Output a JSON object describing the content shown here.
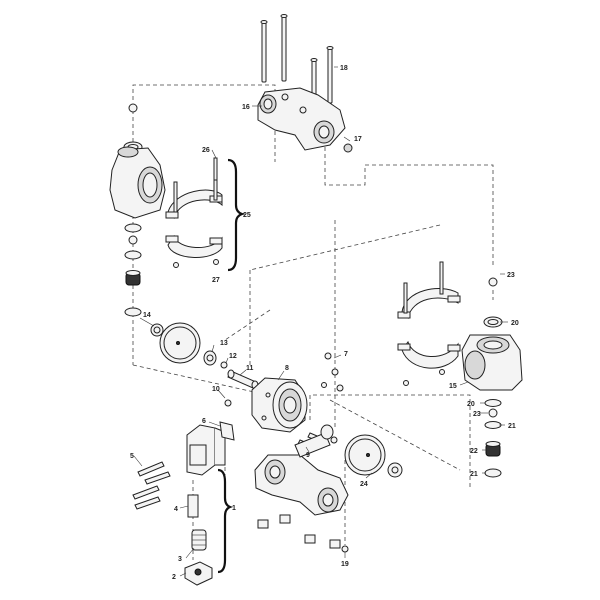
{
  "callouts": [
    {
      "id": "c1",
      "text": "1"
    },
    {
      "id": "c2",
      "text": "2"
    },
    {
      "id": "c3",
      "text": "3"
    },
    {
      "id": "c4",
      "text": "4"
    },
    {
      "id": "c5",
      "text": "5"
    },
    {
      "id": "c6",
      "text": "6"
    },
    {
      "id": "c7",
      "text": "7"
    },
    {
      "id": "c8",
      "text": "8"
    },
    {
      "id": "c9",
      "text": "9"
    },
    {
      "id": "c10",
      "text": "10"
    },
    {
      "id": "c11",
      "text": "11"
    },
    {
      "id": "c12",
      "text": "12"
    },
    {
      "id": "c13",
      "text": "13"
    },
    {
      "id": "c14",
      "text": "14"
    },
    {
      "id": "c15",
      "text": "15"
    },
    {
      "id": "c16",
      "text": "16"
    },
    {
      "id": "c17",
      "text": "17"
    },
    {
      "id": "c18",
      "text": "18"
    },
    {
      "id": "c19",
      "text": "19"
    },
    {
      "id": "c20a",
      "text": "20"
    },
    {
      "id": "c20b",
      "text": "20"
    },
    {
      "id": "c21a",
      "text": "21"
    },
    {
      "id": "c21b",
      "text": "21"
    },
    {
      "id": "c22",
      "text": "22"
    },
    {
      "id": "c23a",
      "text": "23"
    },
    {
      "id": "c23b",
      "text": "23"
    },
    {
      "id": "c24",
      "text": "24"
    },
    {
      "id": "c25",
      "text": "25"
    },
    {
      "id": "c26",
      "text": "26"
    },
    {
      "id": "c27",
      "text": "27"
    }
  ]
}
